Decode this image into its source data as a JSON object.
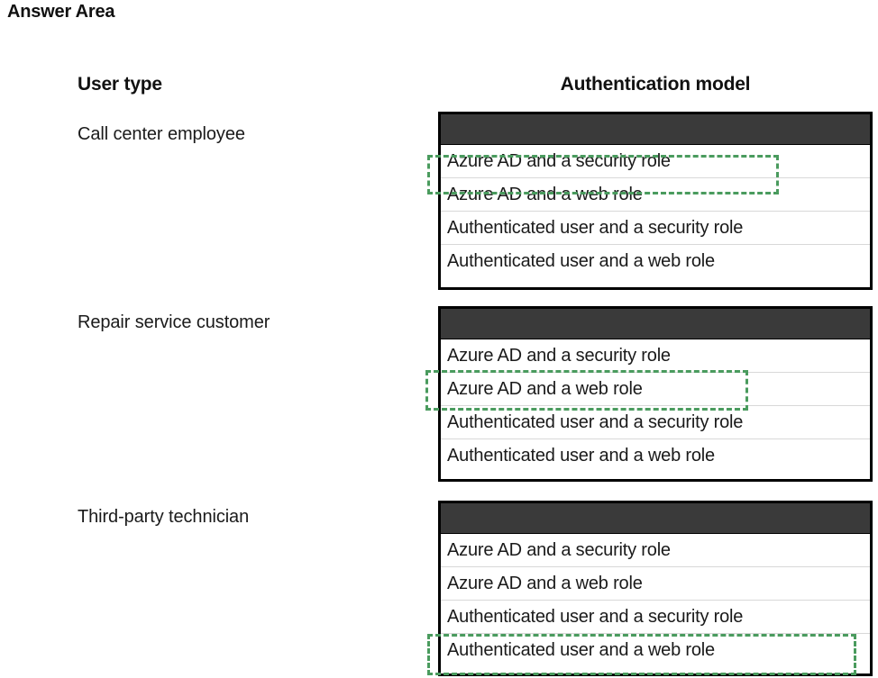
{
  "page": {
    "title": "Answer Area"
  },
  "columns": {
    "user_type": "User type",
    "authentication_model": "Authentication model"
  },
  "options": {
    "azure_ad_security": "Azure AD and a security role",
    "azure_ad_web": "Azure AD and a web role",
    "auth_user_security": "Authenticated user and a security role",
    "auth_user_web": "Authenticated user and a web role"
  },
  "colors": {
    "highlight_green": "#4a9b5e",
    "dropdown_bar": "#3a3a3a",
    "border_black": "#000000",
    "row_divider": "#d8d8d8",
    "text": "#1a1a1a",
    "background": "#ffffff"
  },
  "rows": [
    {
      "label": "Call center employee",
      "selected_index": 0,
      "selected_value": "Azure AD and a security role",
      "options": [
        "Azure AD and a security role",
        "Azure AD and a web role",
        "Authenticated user and a security role",
        "Authenticated user and a web role"
      ]
    },
    {
      "label": "Repair service customer",
      "selected_index": 1,
      "selected_value": "Azure AD and a web role",
      "options": [
        "Azure AD and a security role",
        "Azure AD and a web role",
        "Authenticated user and a security role",
        "Authenticated user and a web role"
      ]
    },
    {
      "label": "Third-party technician",
      "selected_index": 3,
      "selected_value": "Authenticated user and a web role",
      "options": [
        "Azure AD and a security role",
        "Azure AD and a web role",
        "Authenticated user and a security role",
        "Authenticated user and a web role"
      ]
    }
  ]
}
